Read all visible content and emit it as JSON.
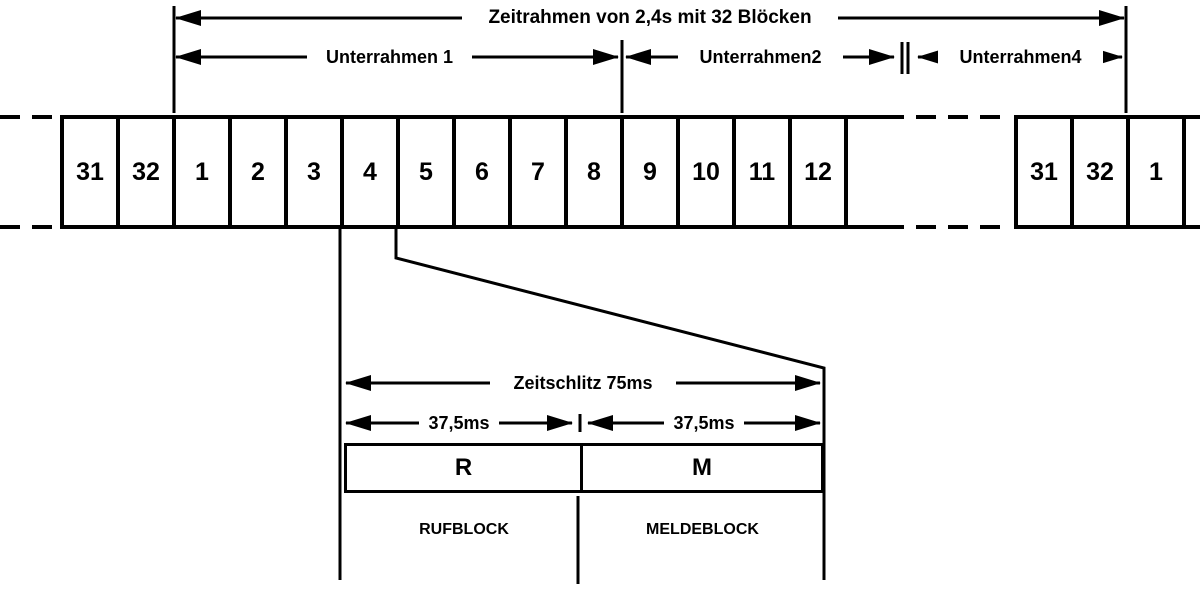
{
  "frame": {
    "title": "Zeitrahmen von 2,4s mit 32 Blöcken",
    "subframe1": "Unterrahmen 1",
    "subframe2": "Unterrahmen2",
    "subframe4": "Unterrahmen4"
  },
  "blocks": {
    "left": [
      "31",
      "32",
      "1",
      "2",
      "3",
      "4",
      "5",
      "6",
      "7",
      "8",
      "9",
      "10",
      "11",
      "12"
    ],
    "right": [
      "31",
      "32",
      "1"
    ]
  },
  "detail": {
    "slot_label": "Zeitschlitz 75ms",
    "left_duration": "37,5ms",
    "right_duration": "37,5ms",
    "r_block": "R",
    "m_block": "M",
    "r_caption": "RUFBLOCK",
    "m_caption": "MELDEBLOCK"
  },
  "colors": {
    "ink": "#000000",
    "paper": "#ffffff"
  }
}
